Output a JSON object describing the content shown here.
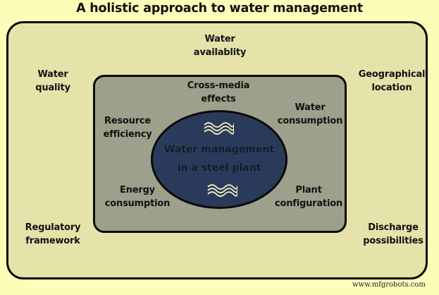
{
  "title": "A holistic approach to water management",
  "outer_factors": {
    "water_availability": [
      "Water",
      "availablity"
    ],
    "water_quality": [
      "Water",
      "quality"
    ],
    "geographical_location": [
      "Geographical",
      "location"
    ],
    "regulatory_framework": [
      "Regulatory",
      "framework"
    ],
    "discharge_possibilities": [
      "Discharge",
      "possibilities"
    ]
  },
  "inner_factors": {
    "cross_media_effects": [
      "Cross-media",
      "effects"
    ],
    "resource_efficiency": [
      "Resource",
      "efficiency"
    ],
    "water_consumption": [
      "Water",
      "consumption"
    ],
    "energy_consumption": [
      "Energy",
      "consumption"
    ],
    "plant_configuration": [
      "Plant",
      "configuration"
    ]
  },
  "center": {
    "line1": "Water management",
    "line2": "in a steel plant",
    "icon": "water-waves-icon"
  },
  "colors": {
    "page_background": "#fdfcb9",
    "outer_box": "#e6e3aa",
    "inner_box": "#9da08a",
    "center_ellipse": "#2a3a5a",
    "wave_stroke": "#f4f1c0",
    "border": "#0a0a0a"
  },
  "watermark": "www.mfgrobots.com"
}
